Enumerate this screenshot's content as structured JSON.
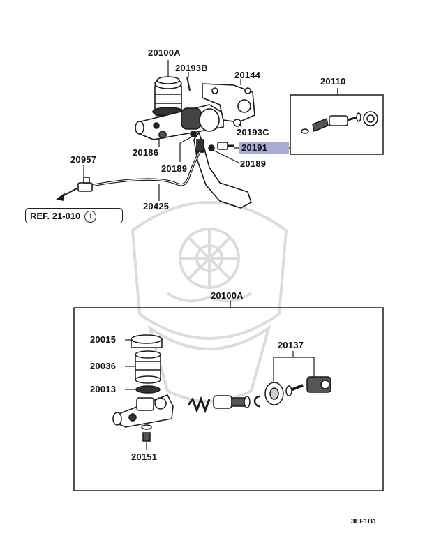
{
  "upper": {
    "labels": {
      "master_cyl_assy": "20100A",
      "pin": "20193B",
      "bracket": "20144",
      "repair_kit": "20110",
      "spring_pin": "20193C",
      "bolt_highlight": "20191",
      "clip": "20189",
      "clip_left": "20189",
      "nut": "20186",
      "bracket_clip": "20957",
      "hose": "20425"
    },
    "reference": {
      "text": "REF. 21-010",
      "circle": "1"
    }
  },
  "lower": {
    "labels": {
      "master_cyl_assy": "20100A",
      "cap": "20015",
      "reservoir": "20036",
      "grommet": "20013",
      "piston_kit": "20137",
      "fitting": "20151"
    }
  },
  "figure_code": "3EF1B1",
  "colors": {
    "highlight": "#a9acd8",
    "line": "#1a1a1a",
    "watermark": "#d9d9d9"
  }
}
